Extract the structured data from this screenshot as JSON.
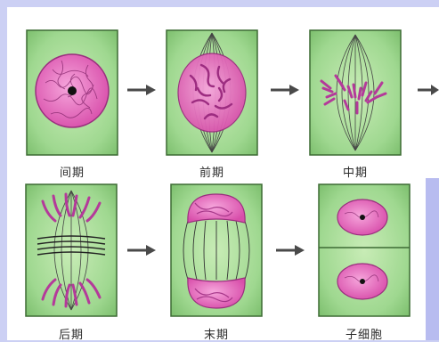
{
  "stages": [
    {
      "label": "间期"
    },
    {
      "label": "前期"
    },
    {
      "label": "中期"
    },
    {
      "label": "后期"
    },
    {
      "label": "末期"
    },
    {
      "label": "子细胞"
    }
  ],
  "colors": {
    "cell_bg": "#9cd68a",
    "cell_border": "#3d6b34",
    "nucleus": "#e060b8",
    "chromosome": "#b43a9a",
    "spindle": "#444444",
    "arrow": "#4a4a4a",
    "page_bg": "#ccd0f4"
  }
}
